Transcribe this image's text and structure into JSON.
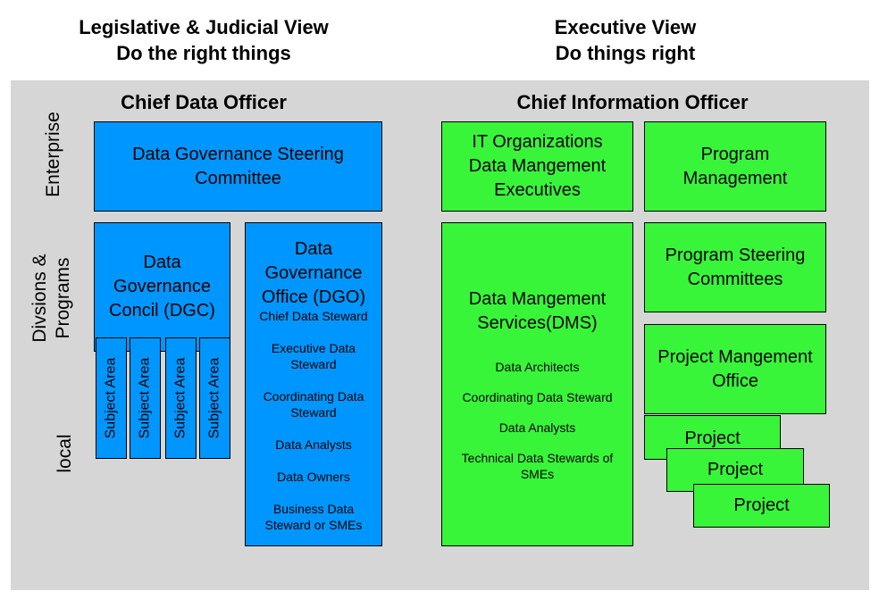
{
  "headers": {
    "left": {
      "line1": "Legislative & Judicial View",
      "line2": "Do the right things"
    },
    "right": {
      "line1": "Executive View",
      "line2": "Do things right"
    }
  },
  "row_labels": {
    "enterprise": "Enterprise",
    "divisions_line1": "Divsions &",
    "divisions_line2": "Programs",
    "local": "local"
  },
  "roles": {
    "cdo": "Chief Data Officer",
    "cio": "Chief Information Officer"
  },
  "boxes": {
    "dgsc": "Data Governance Steering Committee",
    "dgc": "Data Governance Concil (DGC)",
    "subject_area": "Subject Area",
    "dgo": {
      "title": "Data Governance Office (DGO)",
      "items": [
        "Chief Data Steward",
        "Executive Data Steward",
        "Coordinating Data Steward",
        "Data Analysts",
        "Data Owners",
        "Business Data Steward or SMEs"
      ]
    },
    "it_org": "IT Organizations Data Mangement Executives",
    "program_mgmt": "Program Management",
    "dms": {
      "title": "Data Mangement Services(DMS)",
      "items": [
        "Data Architects",
        "Coordinating Data Steward",
        "Data Analysts",
        "Technical Data Stewards of SMEs"
      ]
    },
    "psc": "Program Steering Committees",
    "pmo": "Project Mangement Office",
    "projects": [
      "Project",
      "Project",
      "Project"
    ]
  },
  "colors": {
    "blue": "#0096ff",
    "green": "#38f53a",
    "panel": "#d6d6d6"
  }
}
